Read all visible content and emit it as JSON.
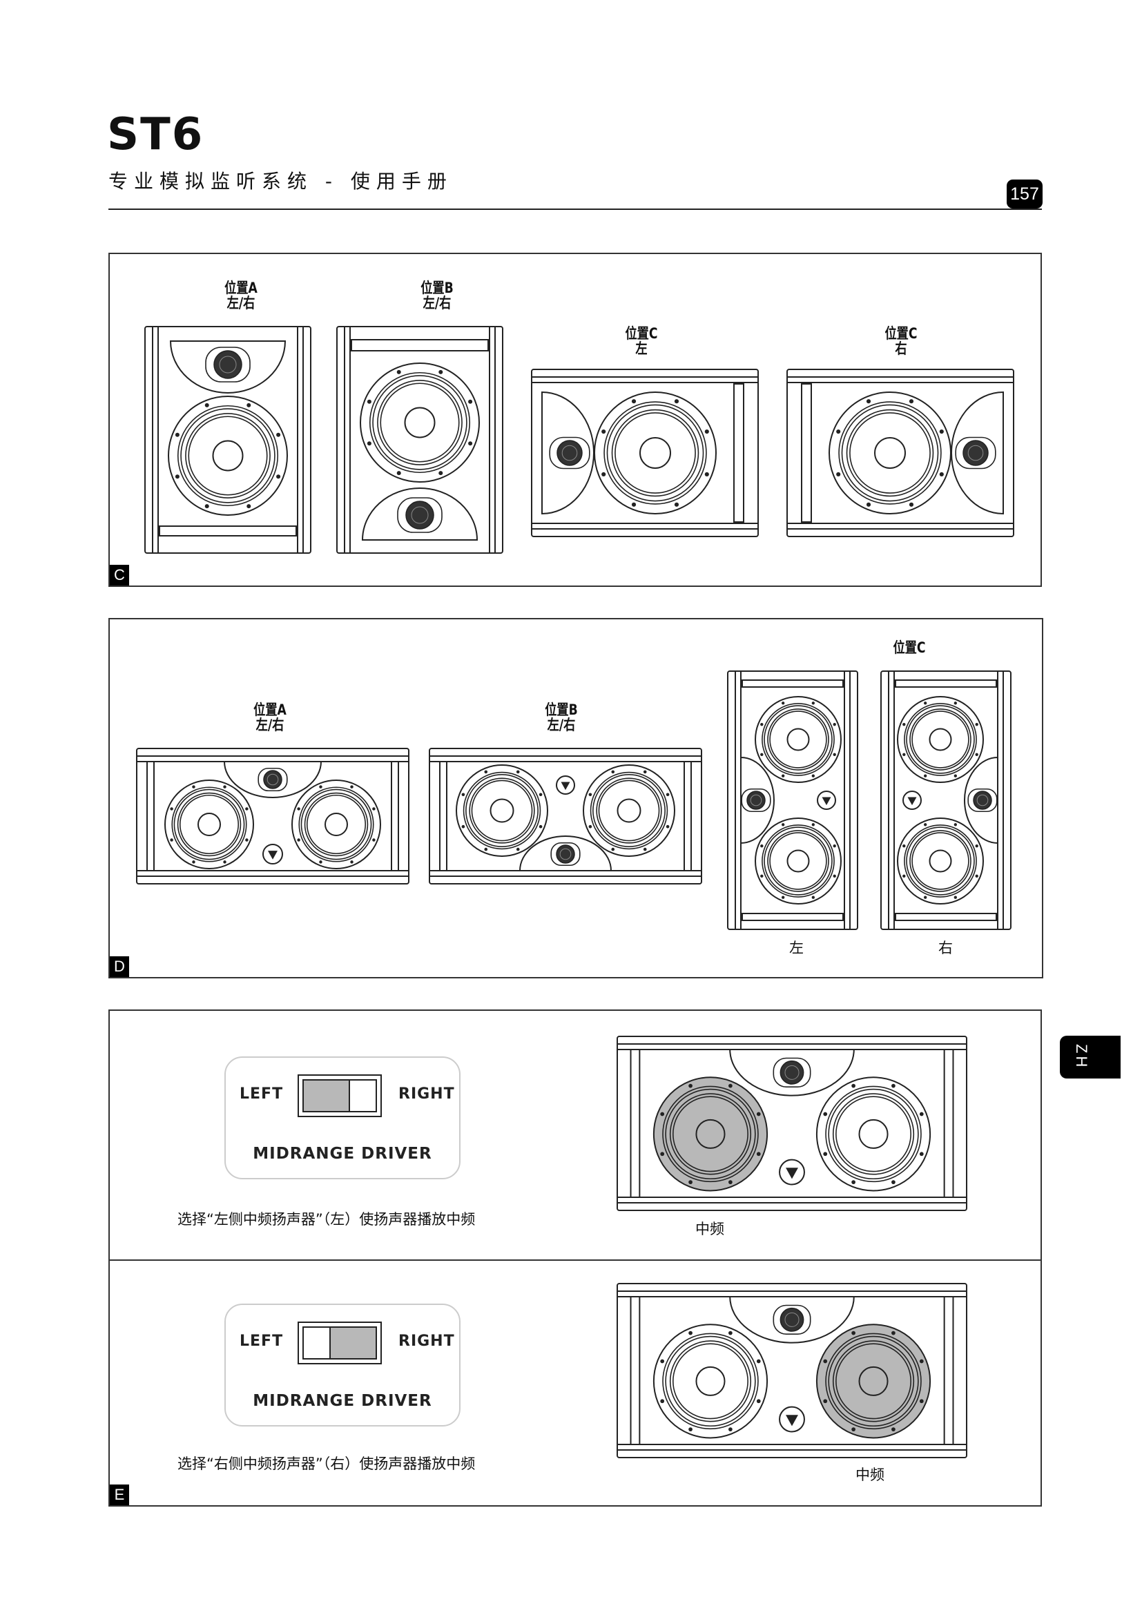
{
  "header": {
    "title": "ST6",
    "subtitle": "专业模拟监听系统 - 使用手册",
    "page_number": "157",
    "language_tab": "ZH"
  },
  "figure_c": {
    "tag": "C",
    "speakers": [
      {
        "label_line1": "位置A",
        "label_line2": "左/右"
      },
      {
        "label_line1": "位置B",
        "label_line2": "左/右"
      },
      {
        "label_line1": "位置C",
        "label_line2": "左"
      },
      {
        "label_line1": "位置C",
        "label_line2": "右"
      }
    ]
  },
  "figure_d": {
    "tag": "D",
    "speakers": [
      {
        "label_line1": "位置A",
        "label_line2": "左/右"
      },
      {
        "label_line1": "位置B",
        "label_line2": "左/右"
      }
    ],
    "position_c_label": "位置C",
    "position_c_left": "左",
    "position_c_right": "右"
  },
  "figure_e": {
    "tag": "E",
    "rows": [
      {
        "switch_left_label": "LEFT",
        "switch_right_label": "RIGHT",
        "switch_title": "MIDRANGE DRIVER",
        "switch_position": "left",
        "caption": "选择“左侧中频扬声器”（左）使扬声器播放中频",
        "driver_label": "中频",
        "highlighted_driver": "left"
      },
      {
        "switch_left_label": "LEFT",
        "switch_right_label": "RIGHT",
        "switch_title": "MIDRANGE DRIVER",
        "switch_position": "right",
        "caption": "选择“右侧中频扬声器”（右）使扬声器播放中频",
        "driver_label": "中频",
        "highlighted_driver": "right"
      }
    ]
  },
  "colors": {
    "ink": "#222222",
    "highlight": "#b8b8b8",
    "tag_bg": "#000000"
  }
}
